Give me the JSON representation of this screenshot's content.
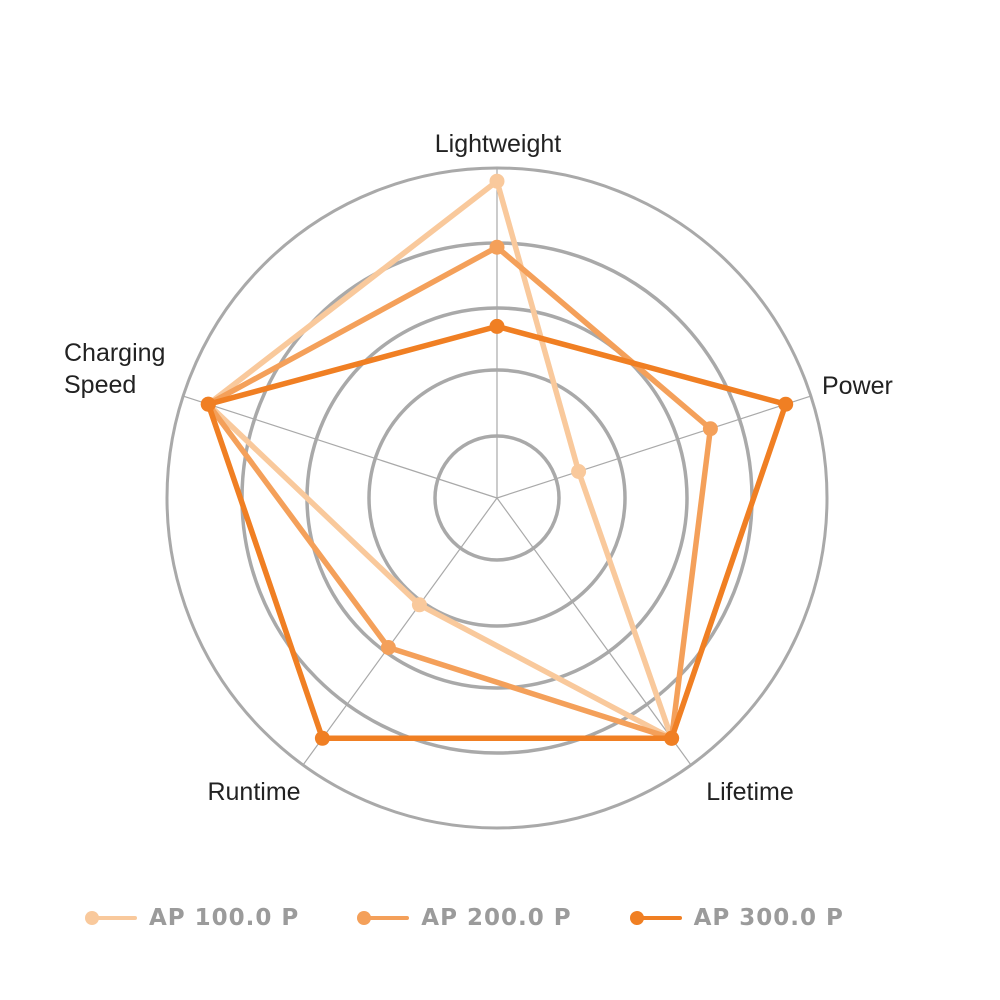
{
  "chart_data": {
    "type": "radar",
    "axes": [
      "Lightweight",
      "Power",
      "Lifetime",
      "Runtime",
      "Charging Speed"
    ],
    "axis_label_lines": [
      [
        "Lightweight"
      ],
      [
        "Power"
      ],
      [
        "Lifetime"
      ],
      [
        "Runtime"
      ],
      [
        "Charging",
        "Speed"
      ]
    ],
    "rings": 5,
    "max": 5,
    "series": [
      {
        "name": "AP 100.0 P",
        "color": "#f9c99c",
        "values": [
          4.8,
          1.3,
          4.5,
          2.0,
          4.6
        ]
      },
      {
        "name": "AP 200.0 P",
        "color": "#f4a05a",
        "values": [
          3.8,
          3.4,
          4.5,
          2.8,
          4.6
        ]
      },
      {
        "name": "AP 300.0 P",
        "color": "#f07f23",
        "values": [
          2.6,
          4.6,
          4.5,
          4.5,
          4.6
        ]
      }
    ],
    "legend": {
      "position": "bottom"
    },
    "grid": true
  }
}
